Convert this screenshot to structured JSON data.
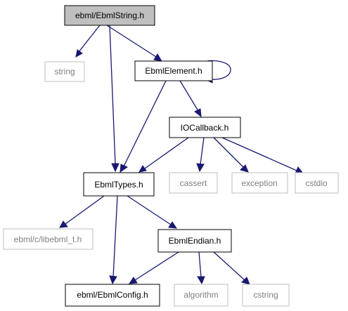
{
  "nodes": {
    "ebml_string": "ebml/EbmlString.h",
    "string": "string",
    "ebml_element": "EbmlElement.h",
    "io_callback": "IOCallback.h",
    "ebml_types": "EbmlTypes.h",
    "cassert": "cassert",
    "exception": "exception",
    "cstdio": "cstdio",
    "libebml_t": "ebml/c/libebml_t.h",
    "ebml_endian": "EbmlEndian.h",
    "ebml_config": "ebml/EbmlConfig.h",
    "algorithm": "algorithm",
    "cstring": "cstring"
  },
  "colors": {
    "edge": "#191970",
    "main_fill": "#bfbfbf",
    "external_border": "#bfbfbf",
    "external_text": "#808080"
  }
}
